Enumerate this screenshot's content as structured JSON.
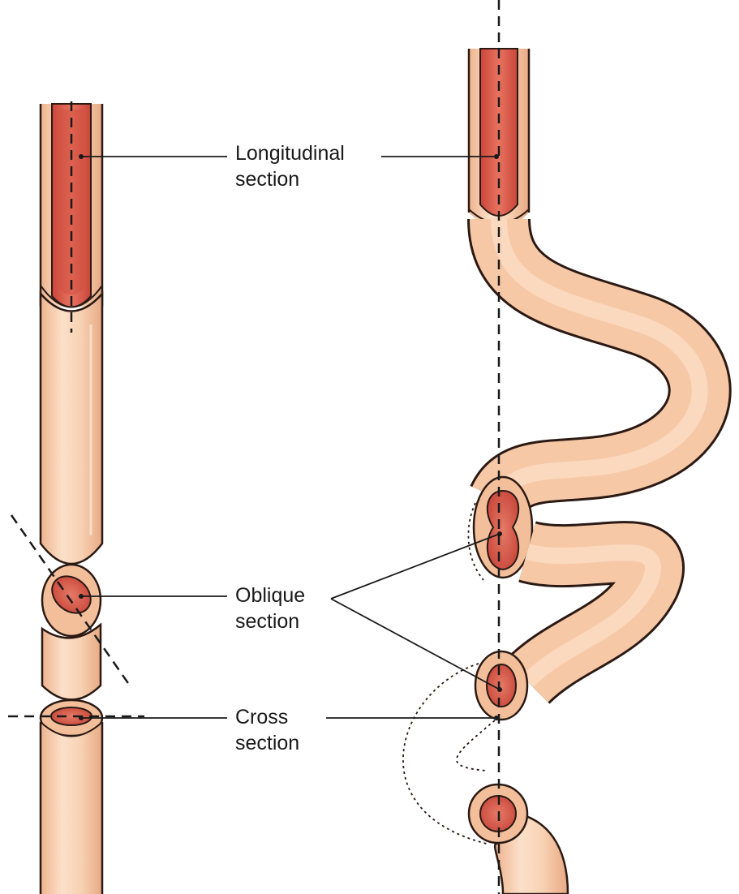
{
  "labels": {
    "longitudinal": {
      "line1": "Longitudinal",
      "line2": "section"
    },
    "oblique": {
      "line1": "Oblique",
      "line2": "section"
    },
    "cross": {
      "line1": "Cross",
      "line2": "section"
    }
  },
  "colors": {
    "tube_wall": "#f7c8a6",
    "tube_wall_light": "#fbe0c9",
    "tube_outline": "#2b1a14",
    "lumen": "#d95a4a",
    "lumen_inner": "#e4705e",
    "background": "#ffffff"
  }
}
